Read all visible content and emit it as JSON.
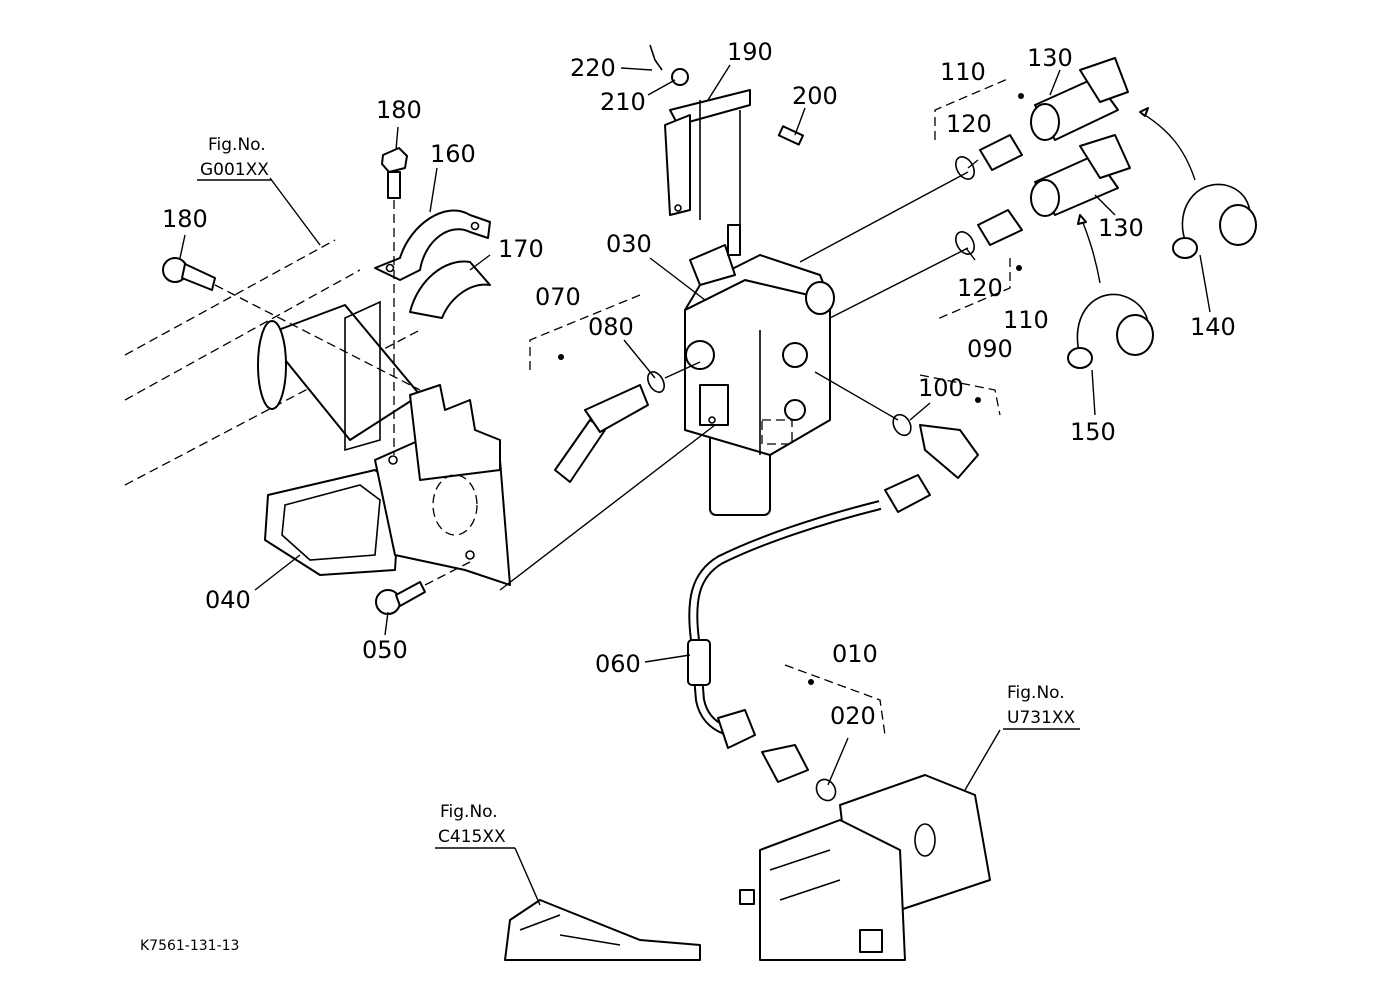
{
  "labels": {
    "p010": "010",
    "p020": "020",
    "p030": "030",
    "p040": "040",
    "p050": "050",
    "p060": "060",
    "p070": "070",
    "p080": "080",
    "p090": "090",
    "p100": "100",
    "p110a": "110",
    "p110b": "110",
    "p120a": "120",
    "p120b": "120",
    "p130a": "130",
    "p130b": "130",
    "p140": "140",
    "p150": "150",
    "p160": "160",
    "p170": "170",
    "p180a": "180",
    "p180b": "180",
    "p190": "190",
    "p200": "200",
    "p210": "210",
    "p220": "220"
  },
  "refs": {
    "g001": {
      "prefix": "Fig.No.",
      "code": "G001XX"
    },
    "u731": {
      "prefix": "Fig.No.",
      "code": "U731XX"
    },
    "c415": {
      "prefix": "Fig.No.",
      "code": "C415XX"
    }
  },
  "drawing_number": "K7561-131-13"
}
